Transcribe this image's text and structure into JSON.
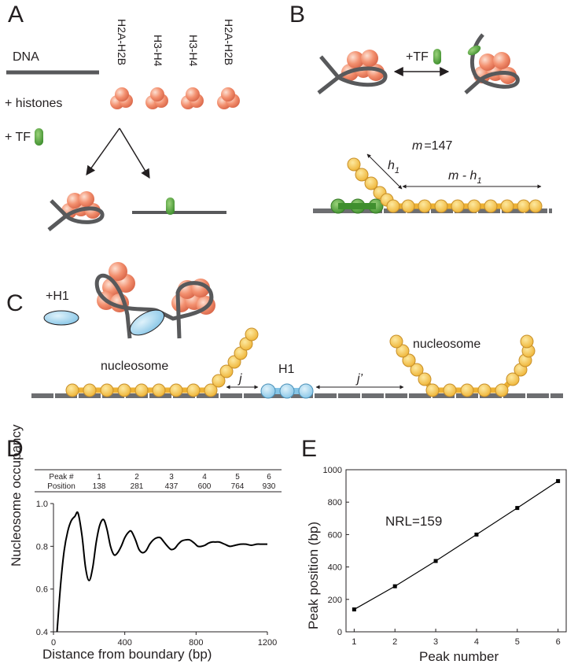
{
  "panels": {
    "a": "A",
    "b": "B",
    "c": "C",
    "d": "D",
    "e": "E"
  },
  "panel_a": {
    "dna_label": "DNA",
    "histone_labels": [
      "H2A-H2B",
      "H3-H4",
      "H3-H4",
      "H2A-H2B"
    ],
    "histones_label": "+ histones",
    "tf_label": "+ TF"
  },
  "panel_b": {
    "tf_label": "+TF",
    "m_label": "m",
    "m_value": "=147",
    "h_label": "h",
    "h_sub": "1",
    "mh_label": "m - h",
    "mh_sub": "1"
  },
  "panel_c": {
    "h1_plus_label": "+H1",
    "nucleosome_left": "nucleosome",
    "nucleosome_right": "nucleosome",
    "h1_label": "H1",
    "j_label": "j",
    "jprime_label": "j’"
  },
  "colors": {
    "dna": "#58595b",
    "histone": "#f08a6a",
    "tf": "#4fa33a",
    "h1": "#a7d8f0",
    "bead": "#f6c343"
  },
  "chart_data": [
    {
      "type": "line",
      "panel": "D",
      "xlabel": "Distance from boundary (bp)",
      "ylabel": "Nucleosome occupancy",
      "xlim": [
        0,
        1200
      ],
      "ylim": [
        0.4,
        1.0
      ],
      "xticks": [
        "0",
        "400",
        "800",
        "1200"
      ],
      "yticks": [
        "0.4",
        "0.6",
        "0.8",
        "1.0"
      ],
      "x": [
        20,
        40,
        60,
        80,
        100,
        120,
        138,
        160,
        180,
        200,
        220,
        240,
        260,
        281,
        300,
        320,
        340,
        360,
        380,
        400,
        420,
        437,
        460,
        480,
        500,
        520,
        540,
        560,
        580,
        600,
        620,
        640,
        660,
        680,
        700,
        720,
        740,
        764,
        790,
        810,
        830,
        850,
        870,
        890,
        910,
        930,
        960,
        990,
        1020,
        1050,
        1080,
        1110,
        1140,
        1170,
        1200
      ],
      "y": [
        0.4,
        0.62,
        0.78,
        0.87,
        0.92,
        0.94,
        0.955,
        0.85,
        0.7,
        0.64,
        0.7,
        0.82,
        0.9,
        0.925,
        0.88,
        0.8,
        0.76,
        0.77,
        0.8,
        0.84,
        0.865,
        0.87,
        0.83,
        0.785,
        0.77,
        0.78,
        0.81,
        0.83,
        0.84,
        0.84,
        0.82,
        0.8,
        0.785,
        0.79,
        0.81,
        0.825,
        0.83,
        0.83,
        0.815,
        0.8,
        0.8,
        0.805,
        0.815,
        0.82,
        0.82,
        0.82,
        0.81,
        0.8,
        0.805,
        0.81,
        0.81,
        0.805,
        0.81,
        0.81,
        0.81
      ],
      "table": {
        "headers": [
          "Peak #",
          "1",
          "2",
          "3",
          "4",
          "5",
          "6"
        ],
        "rows": [
          [
            "Position",
            "138",
            "281",
            "437",
            "600",
            "764",
            "930"
          ]
        ]
      }
    },
    {
      "type": "scatter",
      "panel": "E",
      "xlabel": "Peak number",
      "ylabel": "Peak position (bp)",
      "xlim": [
        0.8,
        6.2
      ],
      "ylim": [
        0,
        1000
      ],
      "xticks": [
        "1",
        "2",
        "3",
        "4",
        "5",
        "6"
      ],
      "yticks": [
        "0",
        "200",
        "400",
        "600",
        "800",
        "1000"
      ],
      "x": [
        1,
        2,
        3,
        4,
        5,
        6
      ],
      "y": [
        138,
        281,
        437,
        600,
        764,
        930
      ],
      "annotation": "NRL=159",
      "fit_line": true
    }
  ]
}
